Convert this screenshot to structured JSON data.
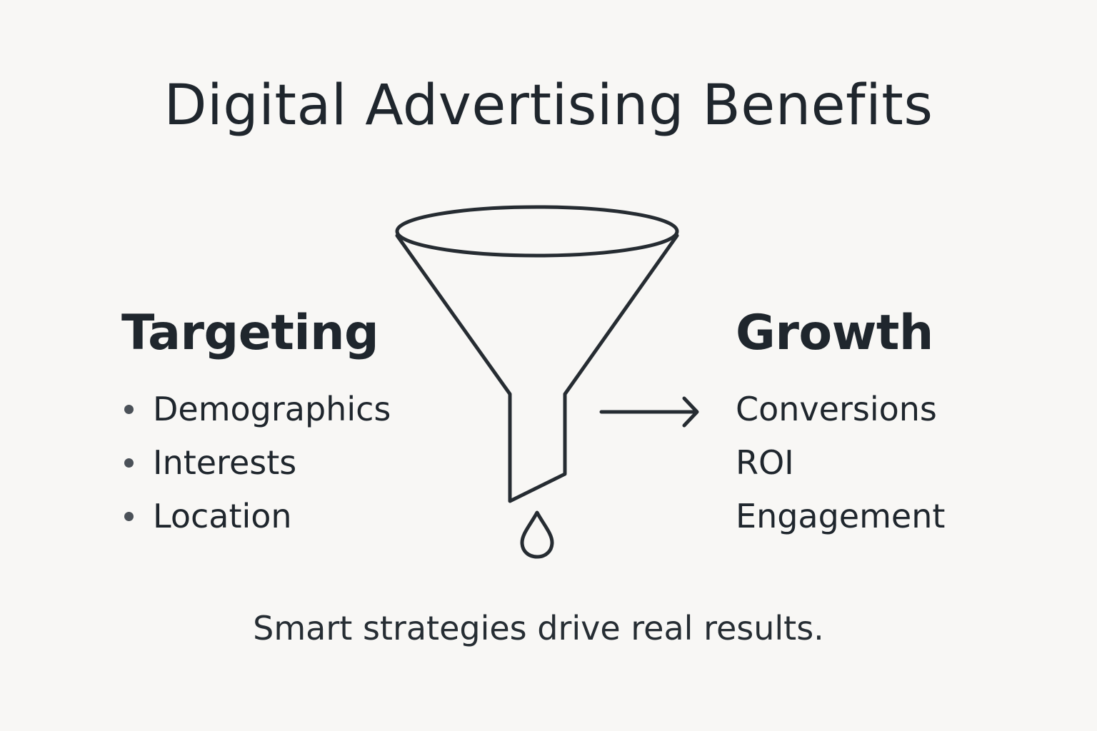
{
  "title": "Digital Advertising Benefits",
  "left_panel": {
    "heading": "Targeting",
    "items": [
      "Demographics",
      "Interests",
      "Location"
    ]
  },
  "right_panel": {
    "heading": "Growth",
    "items": [
      "Conversions",
      "ROI",
      "Engagement"
    ]
  },
  "tagline": "Smart strategies drive real results.",
  "icons": [
    "funnel-icon",
    "droplet-icon",
    "arrow-right-icon"
  ],
  "colors": {
    "background": "#f8f7f5",
    "text": "#1f262d",
    "stroke": "#262c32"
  }
}
